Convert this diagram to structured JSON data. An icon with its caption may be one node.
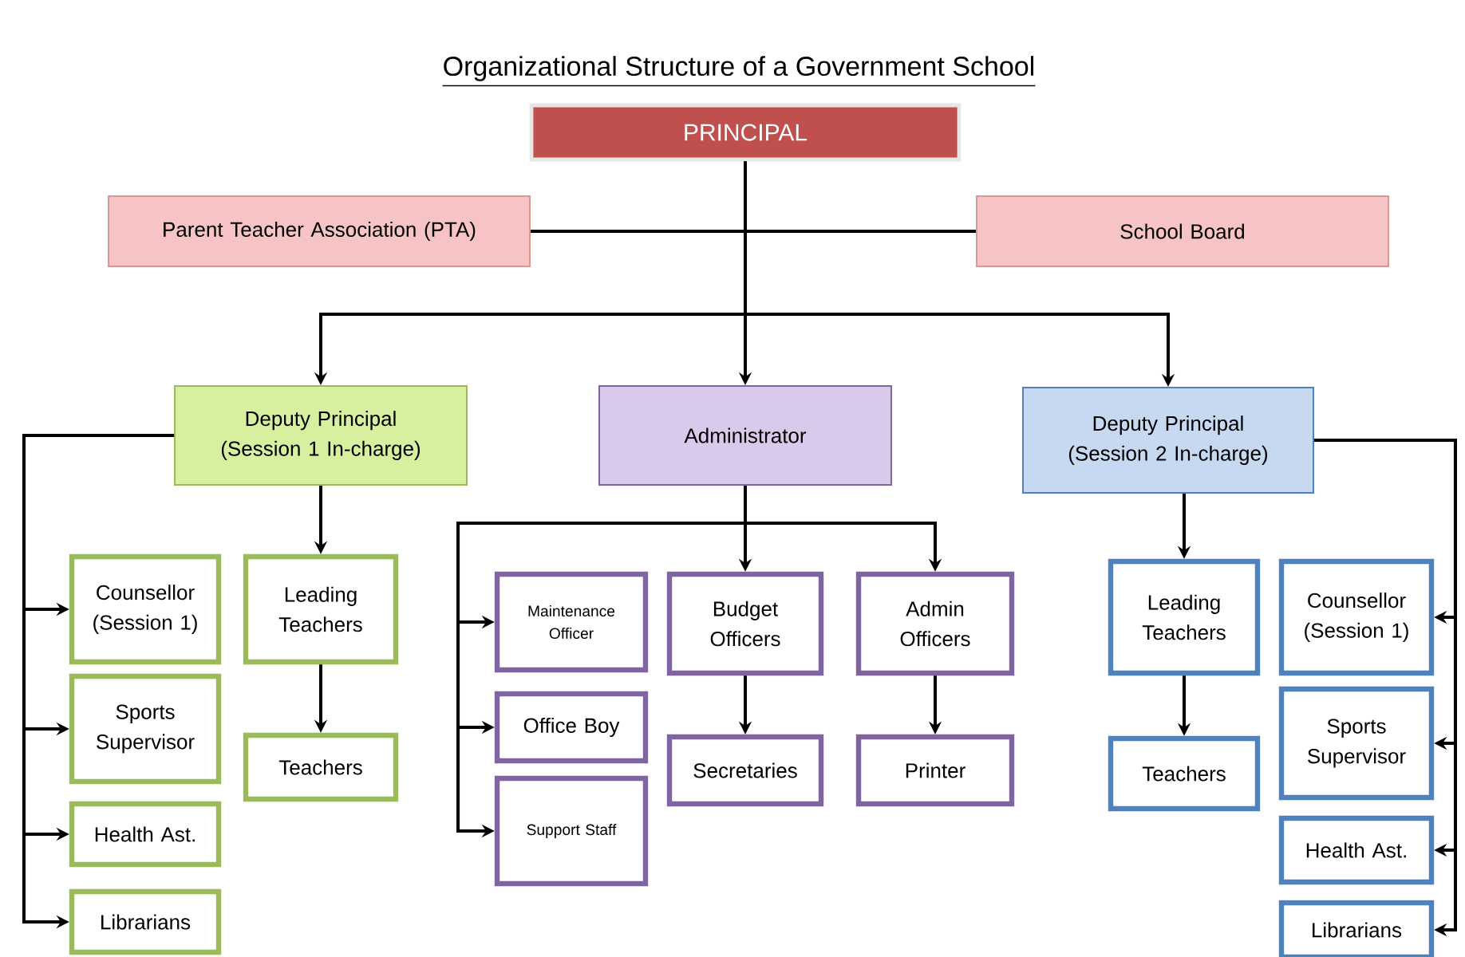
{
  "diagram": {
    "title": "Organizational Structure of a Government School",
    "nodes": [
      {
        "text": [
          "PRINCIPAL"
        ]
      },
      {
        "text": [
          "Parent Teacher Association (PTA)"
        ]
      },
      {
        "text": [
          "School Board"
        ]
      },
      {
        "text": [
          "Deputy Principal (Session 1 In-charge)"
        ]
      },
      {
        "text": [
          "Administrator"
        ]
      },
      {
        "text": [
          "Deputy Principal (Session 2 In-charge)"
        ]
      },
      {
        "text": [
          "Counsellor (Session 1)"
        ]
      },
      {
        "text": [
          "Leading Teachers"
        ]
      },
      {
        "text": [
          "Sports Supervisor"
        ]
      },
      {
        "text": [
          "Teachers"
        ]
      },
      {
        "text": [
          "Health Ast."
        ]
      },
      {
        "text": [
          "Librarians"
        ]
      },
      {
        "text": [
          "Maintenance Officer"
        ]
      },
      {
        "text": [
          "Budget Officers"
        ]
      },
      {
        "text": [
          "Admin Officers"
        ]
      },
      {
        "text": [
          "Office Boy"
        ]
      },
      {
        "text": [
          "Secretaries"
        ]
      },
      {
        "text": [
          "Printer"
        ]
      },
      {
        "text": [
          "Support Staff"
        ]
      },
      {
        "text": [
          "Leading Teachers"
        ]
      },
      {
        "text": [
          "Counsellor (Session 1)"
        ]
      },
      {
        "text": [
          "Sports Supervisor"
        ]
      },
      {
        "text": [
          "Teachers"
        ]
      },
      {
        "text": [
          "Health Ast."
        ]
      },
      {
        "text": [
          "Librarians"
        ]
      }
    ],
    "edges": [
      {
        "from": 0,
        "to": 3,
        "arrow": "to"
      },
      {
        "from": 0,
        "to": 4,
        "arrow": "to"
      },
      {
        "from": 0,
        "to": 5,
        "arrow": "to"
      },
      {
        "from": 1,
        "to": 2,
        "arrow": "none"
      },
      {
        "from": 3,
        "to": 6,
        "arrow": "to"
      },
      {
        "from": 3,
        "to": 8,
        "arrow": "to"
      },
      {
        "from": 3,
        "to": 10,
        "arrow": "to"
      },
      {
        "from": 3,
        "to": 11,
        "arrow": "to"
      },
      {
        "from": 3,
        "to": 7,
        "arrow": "to"
      },
      {
        "from": 7,
        "to": 9,
        "arrow": "to"
      },
      {
        "from": 4,
        "to": 12,
        "arrow": "to"
      },
      {
        "from": 4,
        "to": 15,
        "arrow": "to"
      },
      {
        "from": 4,
        "to": 18,
        "arrow": "to"
      },
      {
        "from": 4,
        "to": 13,
        "arrow": "to"
      },
      {
        "from": 4,
        "to": 14,
        "arrow": "to"
      },
      {
        "from": 13,
        "to": 16,
        "arrow": "to"
      },
      {
        "from": 14,
        "to": 17,
        "arrow": "to"
      },
      {
        "from": 5,
        "to": 19,
        "arrow": "to"
      },
      {
        "from": 19,
        "to": 22,
        "arrow": "to"
      },
      {
        "from": 5,
        "to": 20,
        "arrow": "to"
      },
      {
        "from": 5,
        "to": 21,
        "arrow": "to"
      },
      {
        "from": 5,
        "to": 23,
        "arrow": "to"
      },
      {
        "from": 5,
        "to": 24,
        "arrow": "to"
      }
    ]
  }
}
